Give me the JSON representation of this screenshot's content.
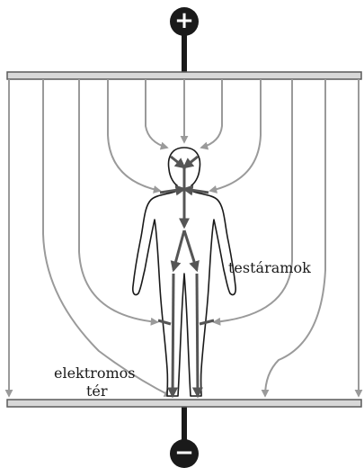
{
  "labels": {
    "positive_terminal": "+",
    "negative_terminal": "−",
    "body_currents": "testáramok",
    "field_line1": "elektromos",
    "field_line2": "tér"
  },
  "colors": {
    "field_line": "#9a9a9a",
    "plate_fill": "#d8d8d8",
    "plate_stroke": "#5a5a5a",
    "body_outline": "#1a1a1a",
    "current_arrow": "#555555",
    "terminal": "#1a1a1a"
  }
}
